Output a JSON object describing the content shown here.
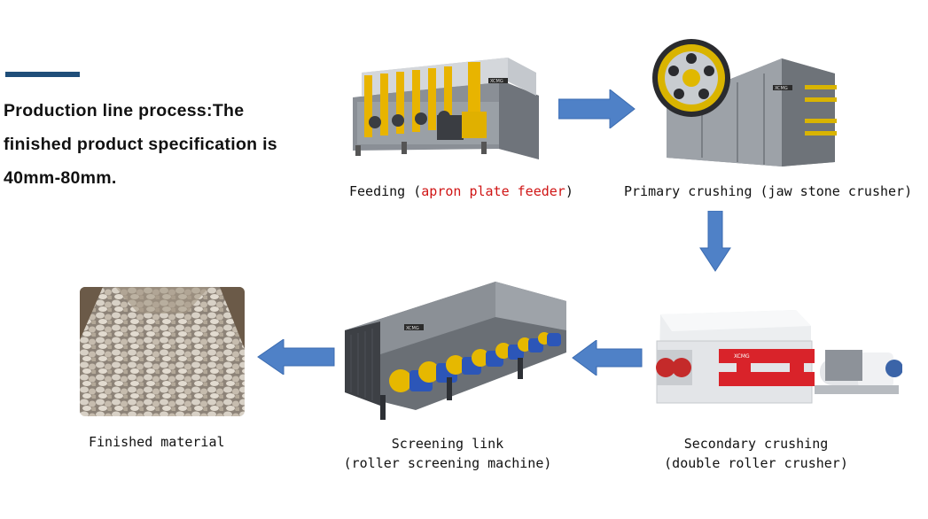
{
  "intro": {
    "lines": [
      "Production line process:The",
      "finished product specification is",
      "40mm-80mm."
    ]
  },
  "steps": {
    "feeding": {
      "prefix": "Feeding (",
      "highlight": "apron plate feeder",
      "suffix": ")",
      "badge": "XCMG",
      "icon": "apron-feeder-machine"
    },
    "primary": {
      "label": "Primary crushing (jaw stone crusher)",
      "badge": "XCMG",
      "icon": "jaw-crusher-machine"
    },
    "secondary": {
      "line1": "Secondary crushing",
      "line2": "(double roller crusher)",
      "badge": "XCMG",
      "icon": "double-roller-crusher-machine"
    },
    "screening": {
      "line1": "Screening link",
      "line2": "(roller screening machine)",
      "badge": "XCMG",
      "icon": "roller-screen-machine"
    },
    "finished": {
      "label": "Finished material",
      "icon": "crushed-stone-photo"
    }
  },
  "colors": {
    "accent_bar": "#1f4e79",
    "arrow": "#4f81c7",
    "highlight_text": "#d01515"
  }
}
